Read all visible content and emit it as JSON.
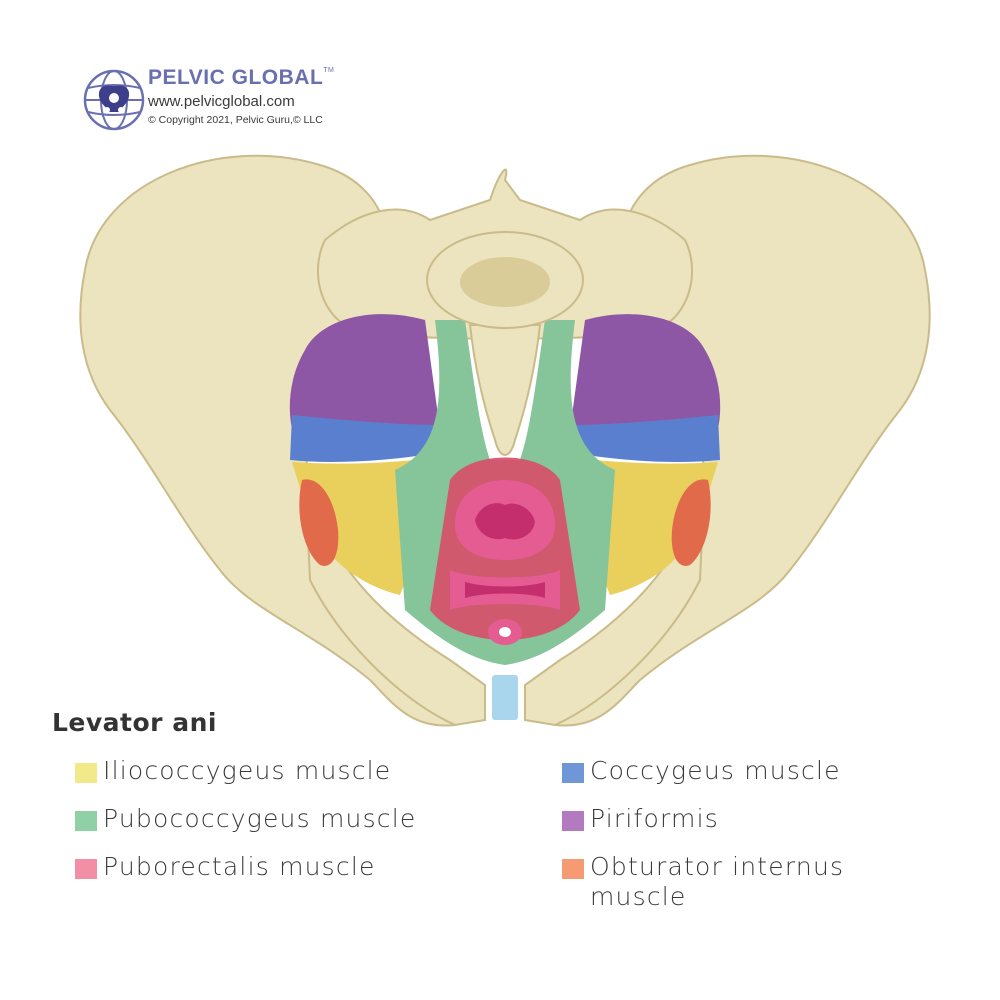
{
  "brand": {
    "name": "PELVIC GLOBAL",
    "trademark": "TM",
    "url": "www.pelvicglobal.com",
    "copyright": "© Copyright 2021, Pelvic Guru,© LLC",
    "color": "#6a6fb0"
  },
  "legend": {
    "title": "Levator ani",
    "items": [
      {
        "label": "Iliococcygeus muscle",
        "color": "#f2e98a"
      },
      {
        "label": "Pubococcygeus muscle",
        "color": "#8fd0a7"
      },
      {
        "label": "Puborectalis muscle",
        "color": "#f28fa6"
      },
      {
        "label": "Coccygeus muscle",
        "color": "#6f96d6"
      },
      {
        "label": "Piriformis",
        "color": "#b37ac0"
      },
      {
        "label": "Obturator internus muscle",
        "label_line1": "Obturator internus",
        "label_line2": "muscle",
        "color": "#f59a72"
      }
    ]
  },
  "colors": {
    "bone": "#ece3bf",
    "bone_edge": "#c9bb8a",
    "iliococcygeus": "#e9cf5b",
    "pubococcygeus": "#86c49a",
    "puborectalis": "#d84f6a",
    "coccygeus": "#5b7fcf",
    "piriformis": "#8e57a6",
    "obturator": "#e06a4a",
    "organ": "#e55c93",
    "organ_inner": "#c42e6d",
    "urethra": "#a9d6ec"
  }
}
